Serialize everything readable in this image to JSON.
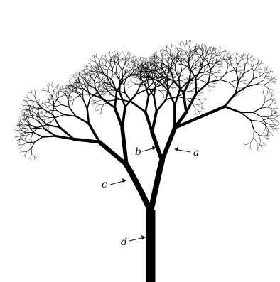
{
  "diagram": {
    "labels": {
      "a": "a",
      "b": "b",
      "c": "c",
      "d": "d"
    },
    "colors": {
      "background": "#ffffff",
      "ink": "#000000"
    }
  }
}
